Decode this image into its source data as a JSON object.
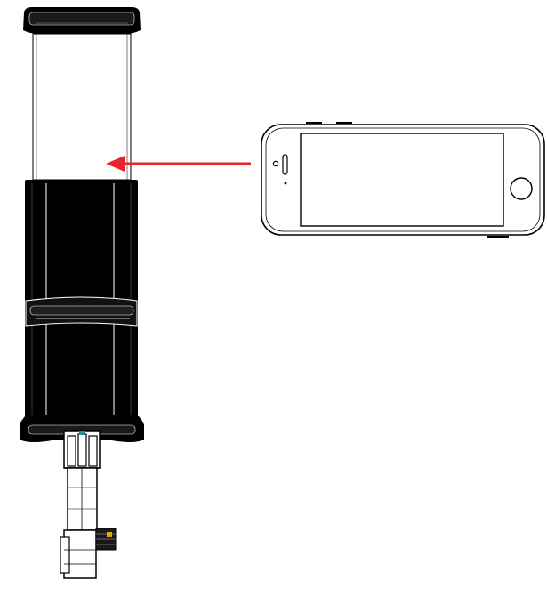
{
  "diagram": {
    "labels": [],
    "colors": {
      "background": "#ffffff",
      "line": "#000000",
      "holder_fill": "#000000",
      "tube_fill": "#ffffff",
      "phone_fill": "#ffffff",
      "arrow": "#e8242e"
    },
    "icons": [
      "phone-holder-mount",
      "smartphone",
      "insert-arrow"
    ]
  }
}
